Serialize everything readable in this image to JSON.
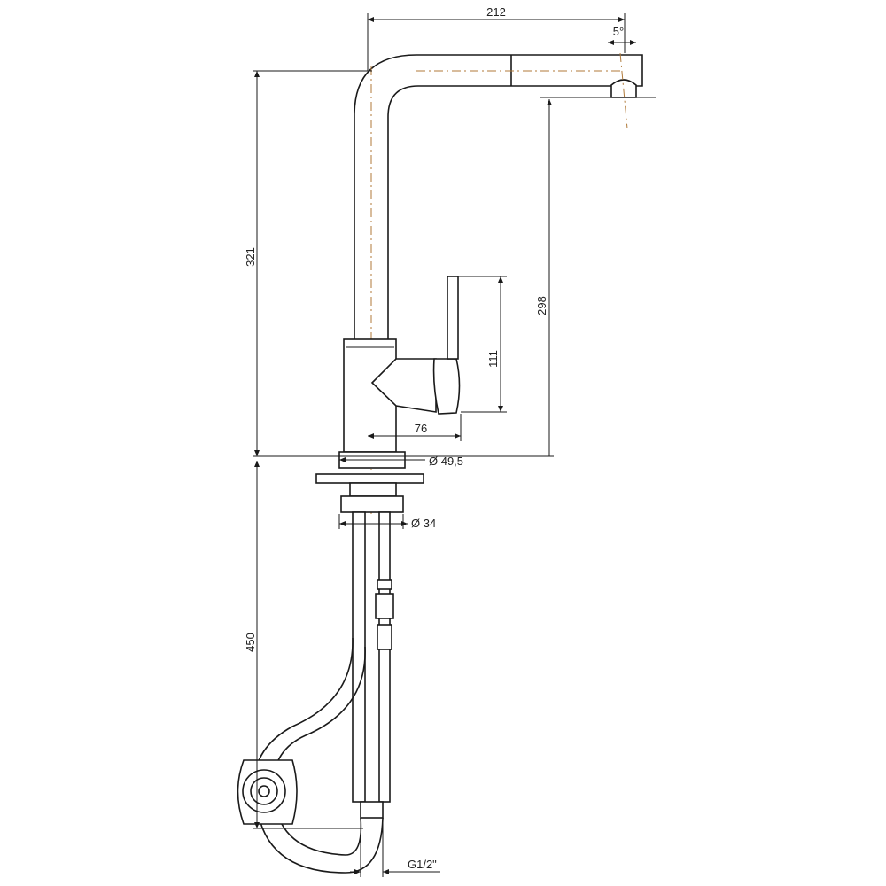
{
  "drawing": {
    "dimensions": {
      "spout_reach": "212",
      "spout_angle": "5°",
      "total_height": "321",
      "spout_height": "298",
      "lever_height": "111",
      "lever_offset": "76",
      "base_diameter": "Ø 49,5",
      "shank_diameter": "Ø 34",
      "hose_length": "450",
      "connection_thread": "G1/2\""
    },
    "colors": {
      "line": "#1a1a1a",
      "centerline": "#b07a3a"
    }
  }
}
